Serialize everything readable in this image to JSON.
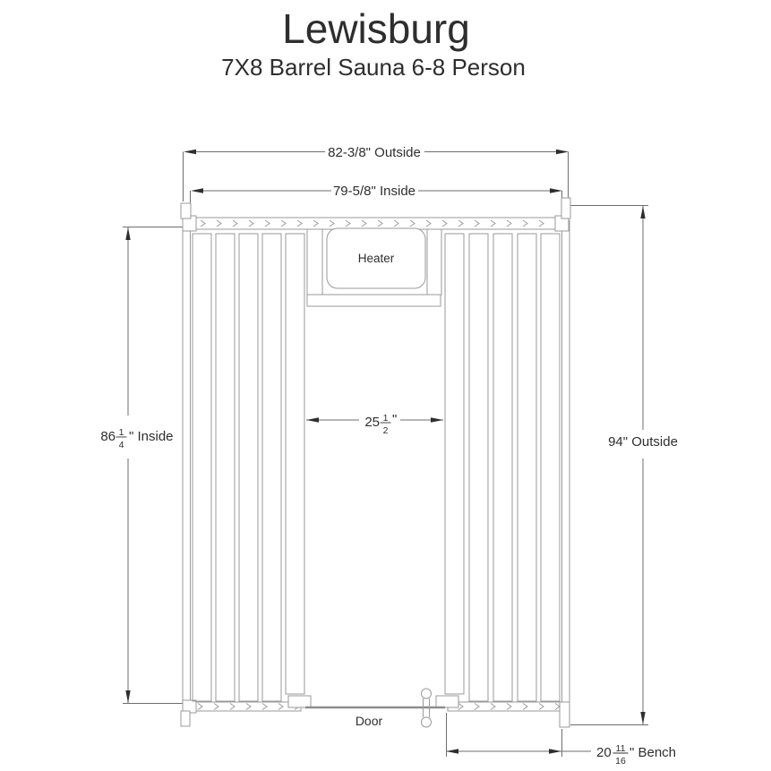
{
  "title": "Lewisburg",
  "subtitle": "7X8 Barrel Sauna 6-8 Person",
  "labels": {
    "heater": "Heater",
    "door": "Door"
  },
  "dimensions": {
    "top_outside": {
      "text": "82-3/8\" Outside"
    },
    "top_inside": {
      "text": "79-5/8\" Inside"
    },
    "left_inside": {
      "whole": "86",
      "num": "1",
      "den": "4",
      "suffix": "\" Inside"
    },
    "right_outside": {
      "text": "94\" Outside"
    },
    "door_width": {
      "whole": "25",
      "num": "1",
      "den": "2",
      "suffix": "\""
    },
    "bench_depth": {
      "whole": "20",
      "num": "11",
      "den": "16",
      "suffix": "\" Bench"
    }
  },
  "colors": {
    "structure": "#9a9a9a",
    "dimension": "#6e6e6e",
    "text": "#2e2e2e",
    "door": "#8e8e8e",
    "background": "#ffffff"
  }
}
